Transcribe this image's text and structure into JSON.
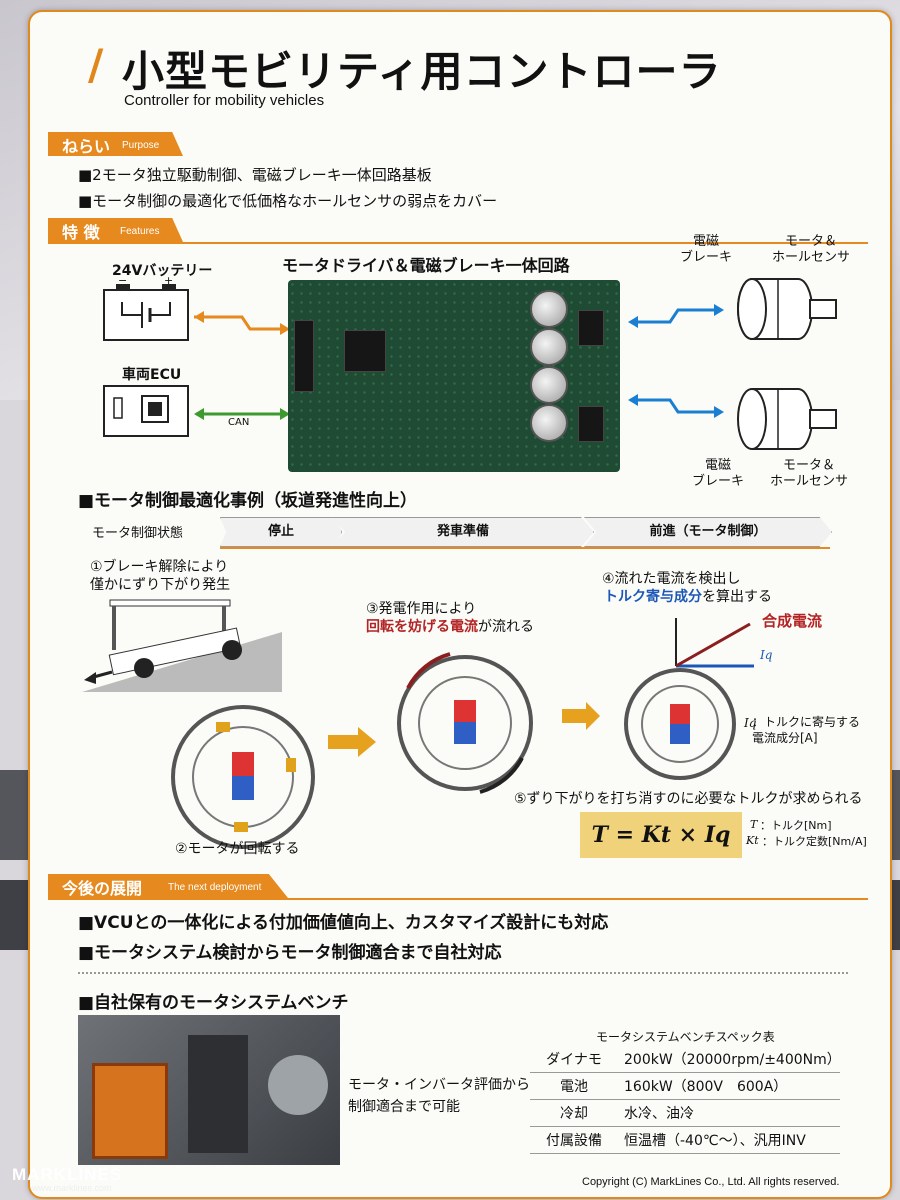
{
  "title": "小型モビリティ用コントローラ",
  "title_slash": "/",
  "subtitle": "Controller for mobility vehicles",
  "purpose": {
    "jp": "ねらい",
    "en": "Purpose",
    "bullets": [
      "■2モータ独立駆動制御、電磁ブレーキ一体回路基板",
      "■モータ制御の最適化で低価格なホールセンサの弱点をカバー"
    ]
  },
  "features": {
    "jp": "特 徴",
    "en": "Features"
  },
  "diagram": {
    "board_title": "モータドライバ＆電磁ブレーキ一体回路",
    "battery": "24Vバッテリー",
    "battery_minus": "−",
    "battery_plus": "+",
    "ecu": "車両ECU",
    "can": "CAN",
    "brake_top": "電磁\nブレーキ",
    "motor_top": "モータ＆\nホールセンサ",
    "brake_bottom": "電磁\nブレーキ",
    "motor_bottom": "モータ＆\nホールセンサ"
  },
  "case": {
    "heading": "■モータ制御最適化事例（坂道発進性向上）",
    "state_label": "モータ制御状態",
    "states": [
      "停止",
      "発車準備",
      "前進（モータ制御）"
    ],
    "step1": "①ブレーキ解除により\n僅かにずり下がり発生",
    "step2": "②モータが回転する",
    "step3a": "③発電作用により",
    "step3b_red": "回転を妨げる電流",
    "step3b_rest": "が流れる",
    "step4a": "④流れた電流を検出し",
    "step4b_blue": "トルク寄与成分",
    "step4b_rest": "を算出する",
    "combined": "合成電流",
    "iq_axis": "Iq",
    "iq_desc_sym": "Iq",
    "iq_desc": "：トルクに寄与する\n電流成分[A]",
    "step5": "⑤ずり下がりを打ち消すのに必要なトルクが求められる",
    "formula": "T = Kt × Iq",
    "t_sym": "T",
    "t_desc": "：トルク[Nm]",
    "kt_sym": "Kt",
    "kt_desc": "：トルク定数[Nm/A]"
  },
  "next": {
    "jp": "今後の展開",
    "en": "The next deployment",
    "bullets": [
      "■VCUとの一体化による付加価値値向上、カスタマイズ設計にも対応",
      "■モータシステム検討からモータ制御適合まで自社対応"
    ]
  },
  "bench": {
    "heading": "■自社保有のモータシステムベンチ",
    "caption": "モータ・インバータ評価から\n制御適合まで可能",
    "table_title": "モータシステムベンチスペック表",
    "rows": [
      {
        "k": "ダイナモ",
        "v": "200kW（20000rpm/±400Nm）"
      },
      {
        "k": "電池",
        "v": "160kW（800V　600A）"
      },
      {
        "k": "冷却",
        "v": "水冷、油冷"
      },
      {
        "k": "付属設備",
        "v": "恒温槽（-40℃〜）、汎用INV"
      }
    ]
  },
  "footer": {
    "logo": "MARKLINES",
    "url": "www.marklines.com",
    "copyright": "Copyright (C) MarkLines Co., Ltd. All rights reserved."
  },
  "colors": {
    "accent": "#e6891e",
    "red": "#b32424",
    "blue": "#1b57b6",
    "green": "#3c9a2e"
  }
}
